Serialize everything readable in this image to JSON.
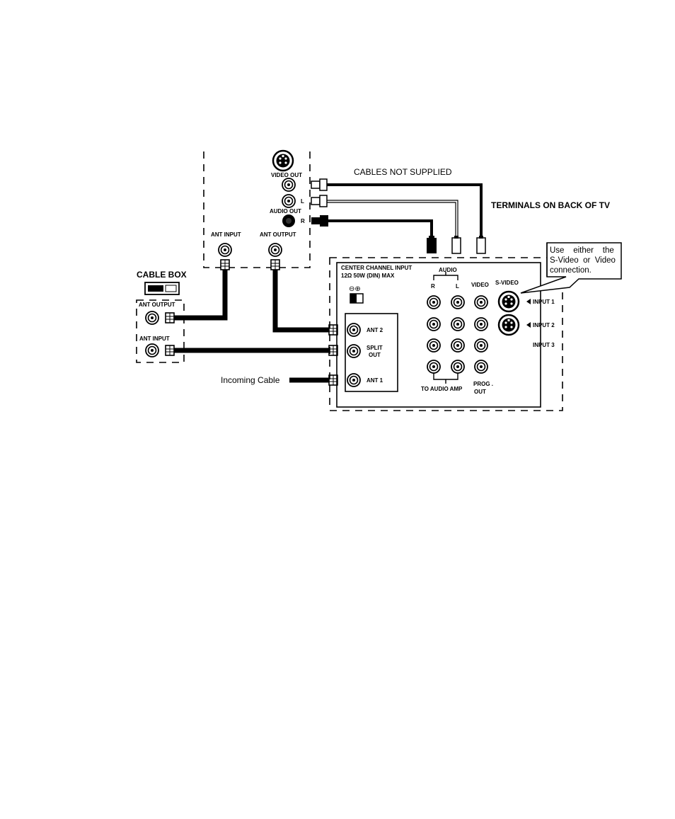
{
  "labels": {
    "cables_not_supplied": "CABLES NOT SUPPLIED",
    "terminals_on_back": "TERMINALS ON BACK OF TV",
    "cable_box": "CABLE BOX",
    "vcr_video_out": "VIDEO OUT",
    "vcr_audio_out": "AUDIO OUT",
    "vcr_l": "L",
    "vcr_r": "R",
    "vcr_ant_input": "ANT INPUT",
    "vcr_ant_output": "ANT OUTPUT",
    "box_ant_output": "ANT OUTPUT",
    "box_ant_input": "ANT INPUT",
    "center_channel_line1": "CENTER CHANNEL INPUT",
    "center_channel_line2": "12Ω  50W  (DIN) MAX",
    "audio": "AUDIO",
    "audio_r": "R",
    "audio_l": "L",
    "video": "VIDEO",
    "s_video": "S-VIDEO",
    "input1": "INPUT 1",
    "input2": "INPUT 2",
    "input3": "INPUT 3",
    "ant2": "ANT 2",
    "split_out_1": "SPLIT",
    "split_out_2": "OUT",
    "ant1": "ANT 1",
    "incoming_cable": "Incoming Cable",
    "to_audio_amp": "TO AUDIO AMP",
    "prog_out_1": "PROG .",
    "prog_out_2": "OUT",
    "minus_plus": "⊖⊕"
  },
  "callout": {
    "line1": "Use    either    the",
    "line2": "S-Video  or  Video",
    "line3": "connection."
  },
  "colors": {
    "ink": "#000000",
    "paper": "#ffffff"
  }
}
